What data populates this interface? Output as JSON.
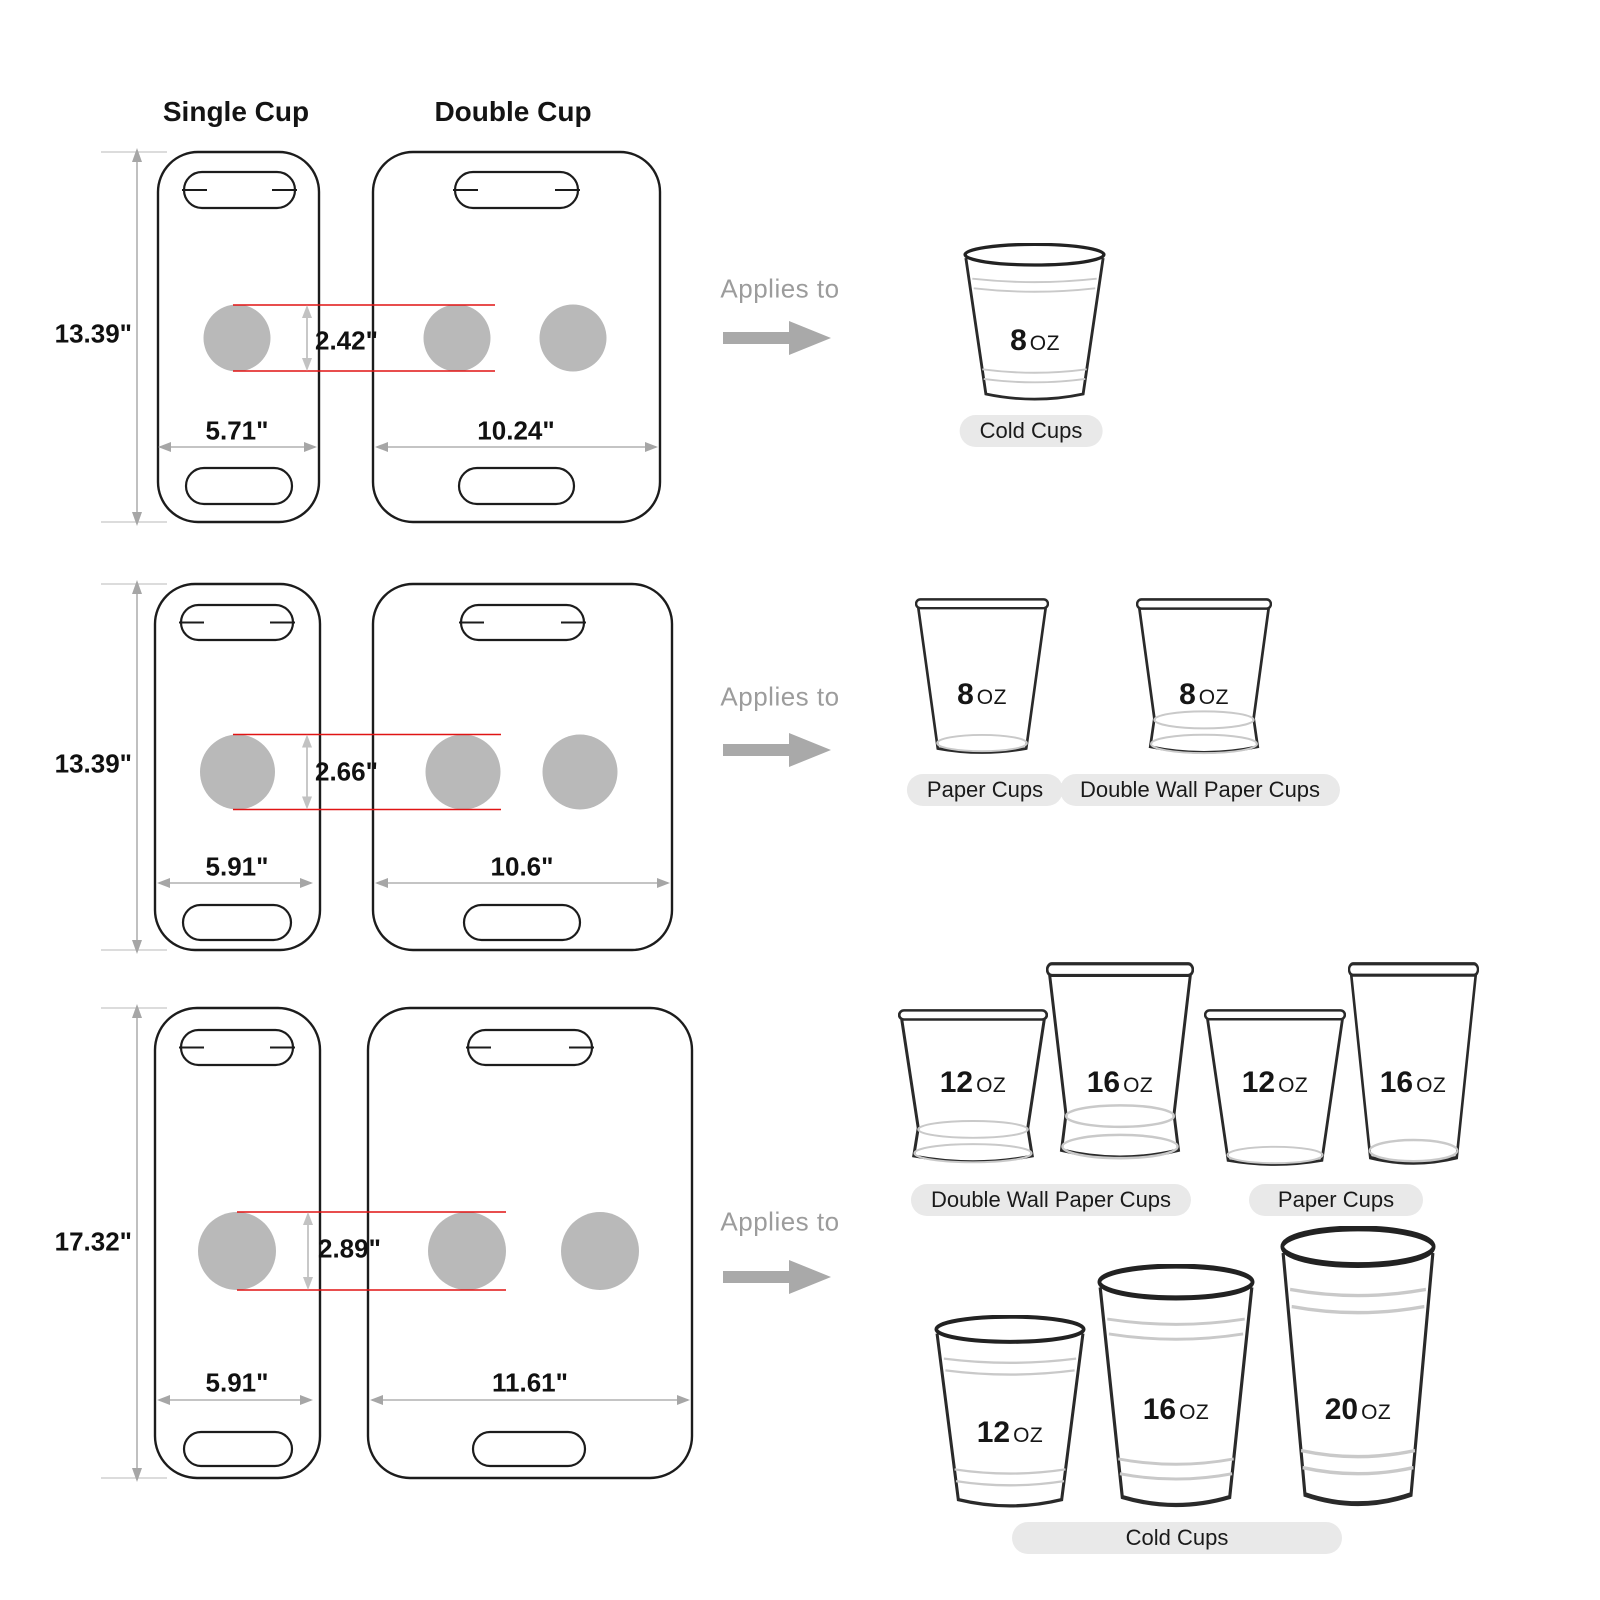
{
  "header": {
    "single_title": "Single Cup",
    "double_title": "Double Cup"
  },
  "applies_to_label": "Applies to",
  "carrier_rows": [
    {
      "height": "13.39\"",
      "single_width": "5.71\"",
      "double_width": "10.24\"",
      "hole_diameter": "2.42\""
    },
    {
      "height": "13.39\"",
      "single_width": "5.91\"",
      "double_width": "10.6\"",
      "hole_diameter": "2.66\""
    },
    {
      "height": "17.32\"",
      "single_width": "5.91\"",
      "double_width": "11.61\"",
      "hole_diameter": "2.89\""
    }
  ],
  "cup_groups": [
    {
      "cups": [
        {
          "size": "8",
          "unit": "OZ"
        }
      ],
      "badges": [
        "Cold Cups"
      ]
    },
    {
      "cups": [
        {
          "size": "8",
          "unit": "OZ"
        },
        {
          "size": "8",
          "unit": "OZ"
        }
      ],
      "badges": [
        "Paper Cups",
        "Double Wall Paper Cups"
      ]
    },
    {
      "cups": [
        {
          "size": "12",
          "unit": "OZ"
        },
        {
          "size": "16",
          "unit": "OZ"
        },
        {
          "size": "12",
          "unit": "OZ"
        },
        {
          "size": "16",
          "unit": "OZ"
        }
      ],
      "badges": [
        "Double Wall Paper Cups",
        "Paper Cups"
      ]
    },
    {
      "cups": [
        {
          "size": "12",
          "unit": "OZ"
        },
        {
          "size": "16",
          "unit": "OZ"
        },
        {
          "size": "20",
          "unit": "OZ"
        }
      ],
      "badges": [
        "Cold Cups"
      ]
    }
  ],
  "colors": {
    "accent_red": "#e01414",
    "hole_gray": "#b9b9b9",
    "dimension_gray": "#b0b0b0",
    "badge_bg": "#e9e9e9",
    "muted_text": "#9c9c9c"
  }
}
